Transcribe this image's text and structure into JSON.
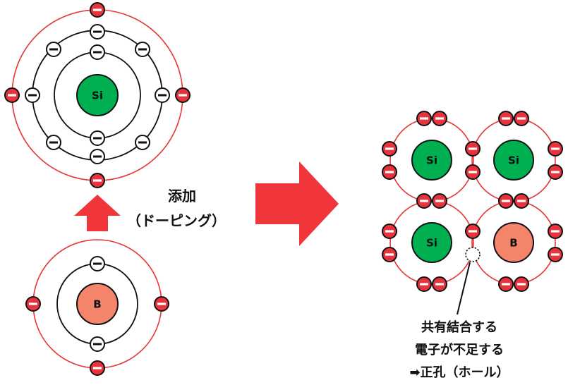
{
  "colors": {
    "si_nucleus": "#00b050",
    "b_nucleus": "#f4846a",
    "shared_electron": "#e8333c",
    "valence_orbit": "#e53535",
    "arrow": "#f0363a",
    "inner_orbit": "#111111"
  },
  "atoms": {
    "si": {
      "symbol": "Si",
      "inner_electrons": 10,
      "valence_electrons": 4
    },
    "b": {
      "symbol": "B",
      "inner_electrons": 2,
      "valence_electrons": 3
    }
  },
  "doping_label": {
    "line1": "添加",
    "line2": "（ドーピング）"
  },
  "lattice": {
    "cells": [
      {
        "symbol": "Si"
      },
      {
        "symbol": "Si"
      },
      {
        "symbol": "Si"
      },
      {
        "symbol": "B"
      }
    ]
  },
  "hole_label": {
    "line1": "共有結合する",
    "line2": "電子が不足する",
    "line3": "➡正孔（ホール）"
  }
}
